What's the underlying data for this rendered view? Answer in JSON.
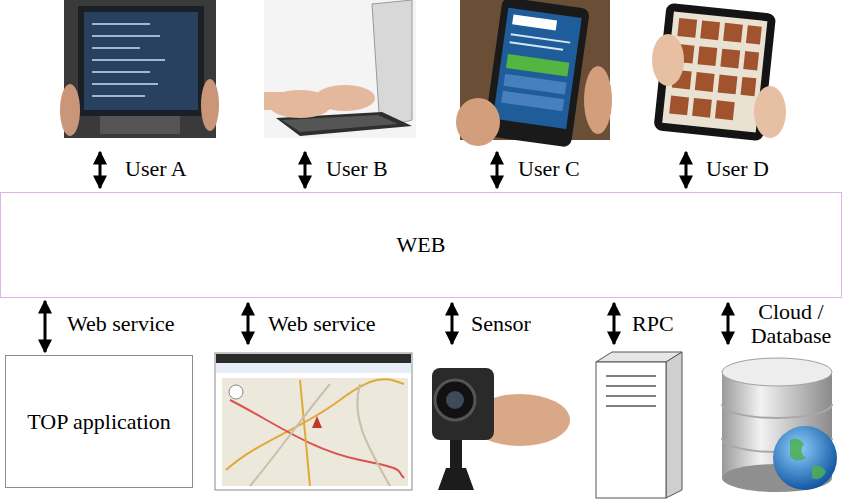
{
  "diagram": {
    "nodes": [
      {
        "text": [
          "WEB"
        ]
      },
      {
        "text": [
          "TOP application"
        ]
      }
    ],
    "edges": [
      {
        "from": 0,
        "to": 1,
        "label": "Web service",
        "arrow": "both"
      }
    ],
    "labels": [
      "User A",
      "User B",
      "User C",
      "User D",
      "Web service",
      "Sensor",
      "RPC",
      "Cloud / Database"
    ]
  }
}
